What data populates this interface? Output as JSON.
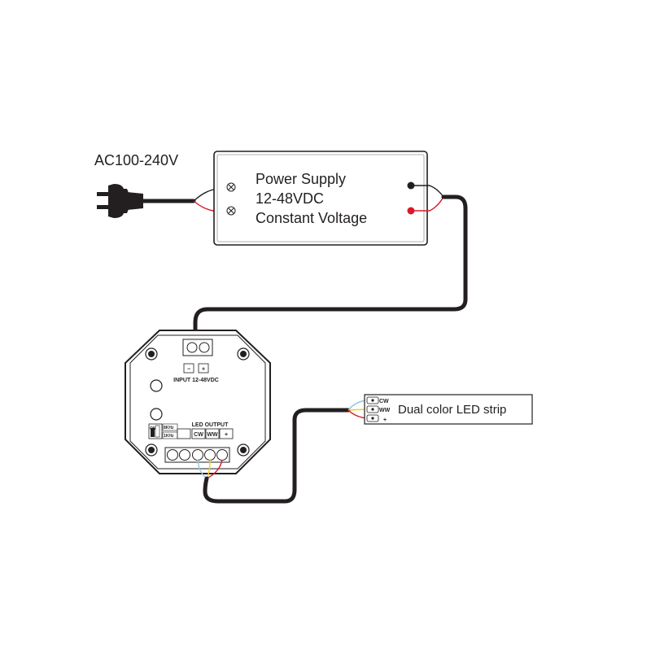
{
  "ac_input": {
    "label": "AC100-240V"
  },
  "power_supply": {
    "line1": "Power Supply",
    "line2": "12-48VDC",
    "line3": "Constant Voltage"
  },
  "controller": {
    "input_minus": "−",
    "input_plus": "+",
    "input_label": "INPUT 12-48VDC",
    "output_label": "LED OUTPUT",
    "out_cw": "CW",
    "out_ww": "WW",
    "out_plus": "+",
    "freq_on": "ON",
    "freq_a": "8KHz",
    "freq_b": "1KHz"
  },
  "led_strip": {
    "label": "Dual color LED strip",
    "pin_cw": "CW",
    "pin_ww": "WW",
    "pin_plus": "+"
  },
  "colors": {
    "line": "#231f20",
    "wire_red": "#d7192b",
    "wire_blue": "#8ec6e6",
    "wire_yellow": "#f2d21b"
  }
}
